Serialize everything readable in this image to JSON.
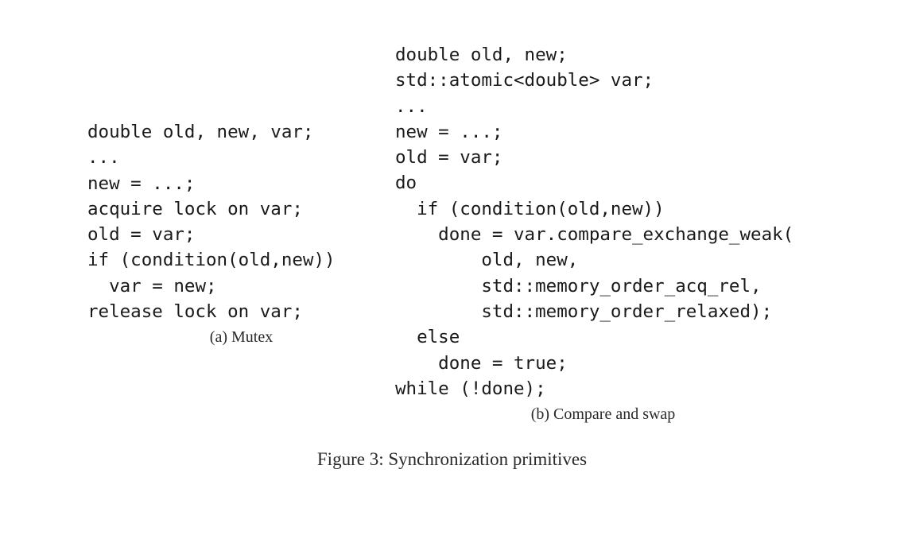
{
  "figure": {
    "caption": "Figure 3: Synchronization primitives",
    "subfigure_a": {
      "caption": "(a) Mutex",
      "lines": [
        "double old, new, var;",
        "...",
        "new = ...;",
        "acquire lock on var;",
        "old = var;",
        "if (condition(old,new))",
        "  var = new;",
        "release lock on var;"
      ]
    },
    "subfigure_b": {
      "caption": "(b) Compare and swap",
      "lines": [
        "double old, new;",
        "std::atomic<double> var;",
        "...",
        "new = ...;",
        "old = var;",
        "do",
        "  if (condition(old,new))",
        "    done = var.compare_exchange_weak(",
        "        old, new,",
        "        std::memory_order_acq_rel,",
        "        std::memory_order_relaxed);",
        "  else",
        "    done = true;",
        "while (!done);"
      ]
    }
  },
  "colors": {
    "background": "#ffffff",
    "text": "#1a1a1a"
  }
}
